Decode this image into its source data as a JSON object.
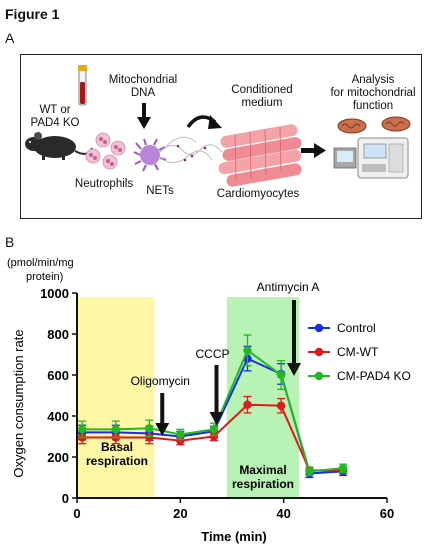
{
  "figure_title": "Figure 1",
  "panel_a": {
    "letter": "A",
    "labels": {
      "wt_line1": "WT or",
      "wt_line2": "PAD4 KO",
      "neutrophils": "Neutrophils",
      "mito_line1": "Mitochondrial",
      "mito_line2": "DNA",
      "nets": "NETs",
      "cond_line1": "Conditioned",
      "cond_line2": "medium",
      "cardiomyocytes": "Cardiomyocytes",
      "analysis_line1": "Analysis",
      "analysis_line2": "for mitochondrial",
      "analysis_line3": "function"
    },
    "icons": [
      "mouse-icon",
      "blood-tube-icon",
      "neutrophil-icon",
      "net-icon",
      "cardiomyocyte-icon",
      "mitochondria-icon",
      "analyzer-icon"
    ]
  },
  "panel_b": {
    "letter": "B",
    "unit_line1": "(pmol/min/mg",
    "unit_line2": "protein)",
    "annotations": {
      "oligomycin": "Oligomycin",
      "cccp": "CCCP",
      "antimycin": "Antimycin A",
      "basal_line1": "Basal",
      "basal_line2": "respiration",
      "maximal_line1": "Maximal",
      "maximal_line2": "respiration"
    }
  },
  "chart_data": {
    "type": "line",
    "xlabel": "Time  (min)",
    "ylabel": "Oxygen  consumption  rate",
    "xlim": [
      0,
      60
    ],
    "ylim": [
      0,
      1000
    ],
    "xticks": [
      0,
      20,
      40,
      60
    ],
    "yticks": [
      0,
      200,
      400,
      600,
      800,
      1000
    ],
    "legend_position": "right",
    "shaded_regions": [
      {
        "label": "Basal respiration",
        "x_range": [
          0,
          15
        ],
        "color": "#fdf7a6"
      },
      {
        "label": "Maximal respiration",
        "x_range": [
          29,
          43
        ],
        "color": "#b8f2b4"
      }
    ],
    "injections": [
      {
        "label": "Oligomycin",
        "x": 16.5
      },
      {
        "label": "CCCP",
        "x": 27
      },
      {
        "label": "Antimycin A",
        "x": 42
      }
    ],
    "x": [
      1,
      7.5,
      14,
      20,
      26.5,
      33,
      39.5,
      45,
      51.5
    ],
    "series": [
      {
        "name": "Control",
        "color": "#1a2ee0",
        "values": [
          320,
          320,
          315,
          300,
          325,
          680,
          605,
          120,
          130
        ],
        "errors": [
          35,
          35,
          35,
          25,
          25,
          60,
          50,
          20,
          20
        ]
      },
      {
        "name": "CM-WT",
        "color": "#e01a1a",
        "values": [
          295,
          295,
          295,
          280,
          300,
          455,
          450,
          135,
          135
        ],
        "errors": [
          30,
          30,
          30,
          20,
          20,
          40,
          35,
          15,
          15
        ]
      },
      {
        "name": "CM-PAD4 KO",
        "color": "#22b822",
        "values": [
          335,
          335,
          340,
          310,
          335,
          720,
          600,
          130,
          145
        ],
        "errors": [
          40,
          40,
          40,
          25,
          30,
          75,
          70,
          20,
          20
        ]
      }
    ]
  }
}
